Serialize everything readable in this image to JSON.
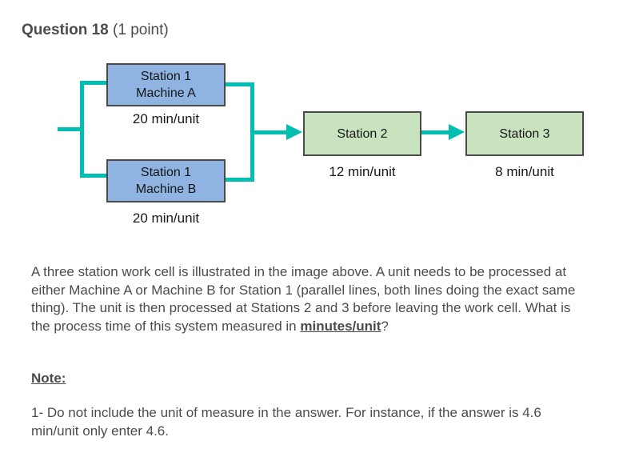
{
  "header": {
    "title": "Question 18",
    "points": "(1 point)"
  },
  "diagram": {
    "stations": [
      {
        "name": "station-1-machine-a",
        "line1": "Station 1",
        "line2": "Machine A",
        "rate": "20 min/unit"
      },
      {
        "name": "station-1-machine-b",
        "line1": "Station 1",
        "line2": "Machine B",
        "rate": "20 min/unit"
      },
      {
        "name": "station-2",
        "line1": "Station 2",
        "rate": "12 min/unit"
      },
      {
        "name": "station-3",
        "line1": "Station 3",
        "rate": "8 min/unit"
      }
    ],
    "colors": {
      "machine_box_fill": "#8fb4e2",
      "station_box_fill": "#c9e3bf",
      "connector": "#00bfb2",
      "box_border": "#4a4a4a"
    }
  },
  "question": {
    "text": "A three station work cell is illustrated in the image above. A unit needs to be processed at either Machine A or Machine B for Station 1 (parallel lines, both lines doing the exact same thing). The unit is then processed at Stations 2 and 3 before leaving the work cell. What is the process time of this system measured in ",
    "emphasis": "minutes/unit",
    "suffix": "?"
  },
  "note": {
    "heading": "Note:",
    "items": [
      "1- Do not include the unit of measure in the answer. For instance, if the answer is 4.6 min/unit only enter 4.6."
    ]
  }
}
